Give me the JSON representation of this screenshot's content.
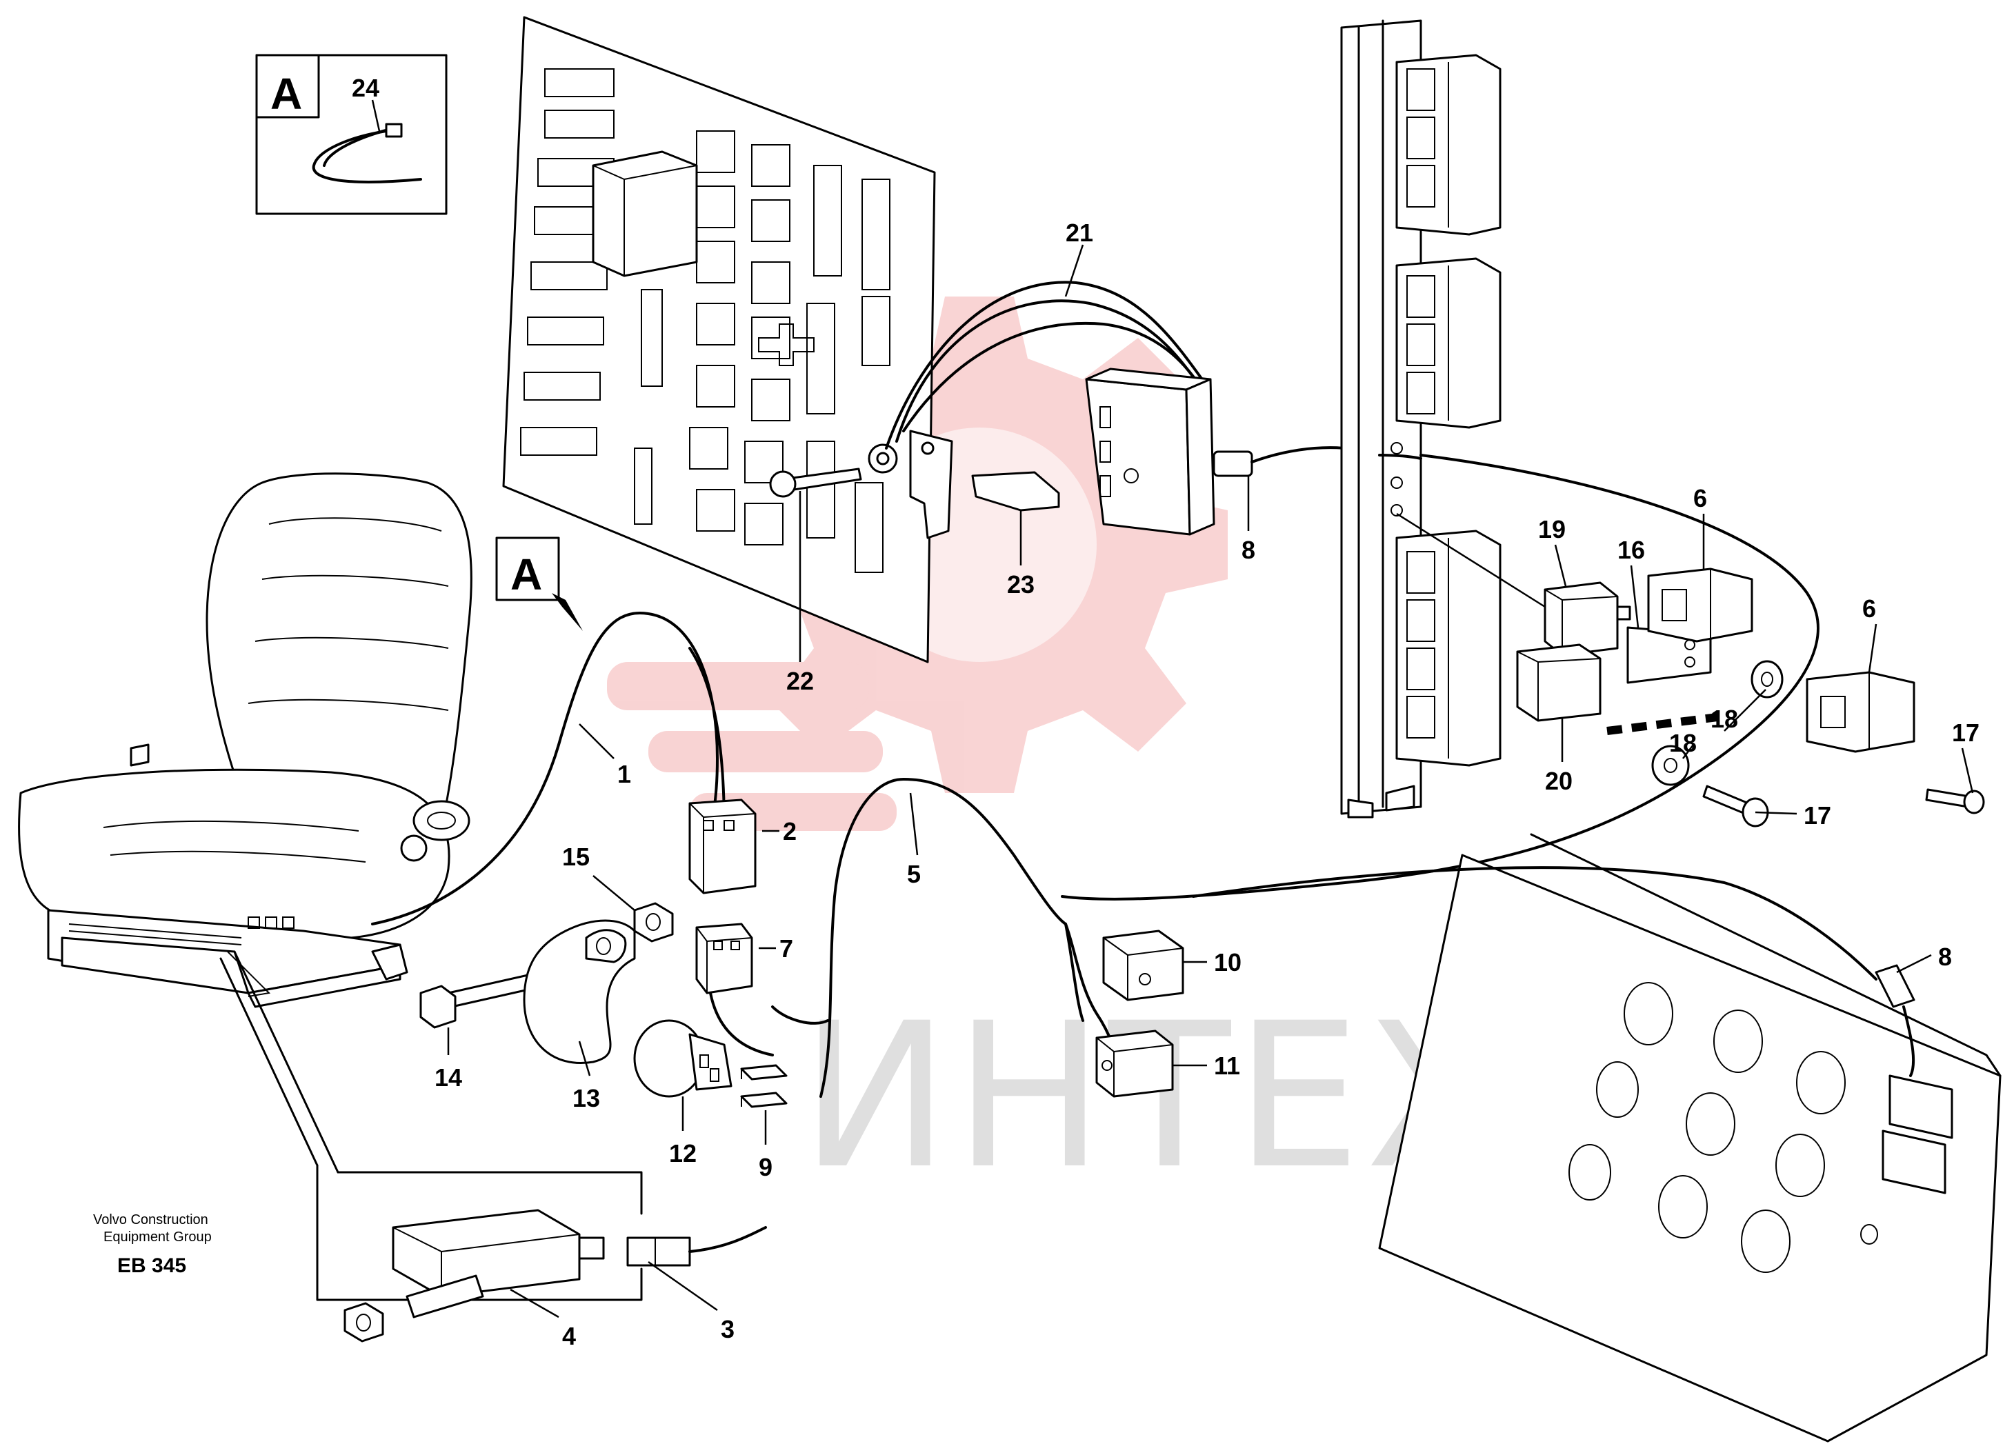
{
  "diagram": {
    "watermark_text": "ИНТЕХ",
    "detail_box_label": "A",
    "detail_callout_label": "A",
    "footer": {
      "line1": "Volvo Construction",
      "line2": "Equipment Group",
      "code": "EB 345"
    },
    "part_labels": [
      "24",
      "21",
      "22",
      "23",
      "8",
      "19",
      "16",
      "6",
      "6",
      "17",
      "17",
      "18",
      "18",
      "20",
      "1",
      "2",
      "5",
      "15",
      "7",
      "14",
      "13",
      "12",
      "9",
      "10",
      "11",
      "8",
      "3",
      "4"
    ],
    "colors": {
      "line": "#000000",
      "watermark_red": "#e23a3a",
      "watermark_grey": "#cfcfcf"
    }
  }
}
